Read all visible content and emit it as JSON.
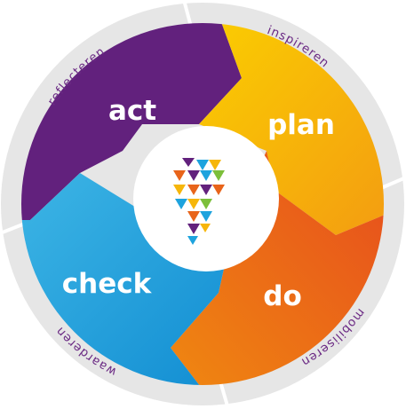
{
  "diagram": {
    "segments": {
      "act": {
        "label": "act",
        "color": "#62217d"
      },
      "plan": {
        "label": "plan",
        "color": "#f6b60a"
      },
      "do": {
        "label": "do",
        "color": "#e8641a"
      },
      "check": {
        "label": "check",
        "color": "#1ea3de"
      }
    },
    "ring": {
      "color": "#e6e6e6",
      "label_color": "#6b2a84",
      "labels": {
        "inspireren": "inspireren",
        "mobiliseren": "mobiliseren",
        "waarderen": "waarderen",
        "reflecteren": "reflecteren"
      }
    },
    "center_logo": "p-logo"
  }
}
